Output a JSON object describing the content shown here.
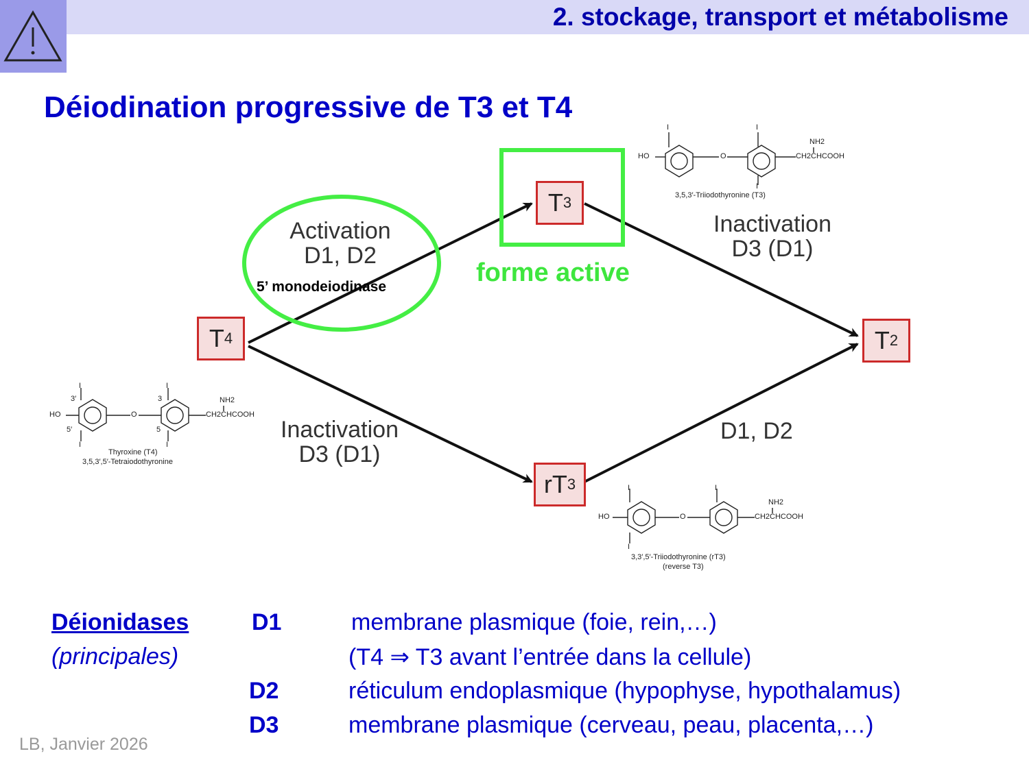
{
  "header": {
    "title": "2. stockage, transport et métabolisme",
    "warning_icon": "warning-triangle-icon"
  },
  "slide_title": "Déiodination progressive de T3 et T4",
  "diagram": {
    "nodes": {
      "t4": {
        "base": "T",
        "sub": "4"
      },
      "t3": {
        "base": "T",
        "sub": "3"
      },
      "t2": {
        "base": "T",
        "sub": "2"
      },
      "rt3": {
        "base": "rT",
        "sub": "3"
      }
    },
    "edge_labels": {
      "activation_line1": "Activation",
      "activation_line2": "D1, D2",
      "inact_top_line1": "Inactivation",
      "inact_top_line2": "D3 (D1)",
      "inact_bottom_line1": "Inactivation",
      "inact_bottom_line2": "D3 (D1)",
      "d1_d2": "D1, D2"
    },
    "annotations": {
      "monodeiodinase": "5’ monodeiodinase",
      "forme_active": "forme active"
    },
    "molecules": {
      "t3_name": "3,5,3′-Triiodothyronine (T3)",
      "t4_name_line1": "Thyroxine (T4)",
      "t4_name_line2": "3,5,3′,5′-Tetraiodothyronine",
      "rt3_name_line1": "3,3′,5′-Triiodothyronine (rT3)",
      "rt3_name_line2": "(reverse T3)",
      "ho": "HO",
      "o": "O",
      "i": "I",
      "nh2": "NH2",
      "side_chain": "CH2CHCOOH",
      "pos_3p": "3′",
      "pos_5p": "5′",
      "pos_3": "3",
      "pos_5": "5"
    },
    "colors": {
      "green": "#3ee63e",
      "node_border": "#cc2a2a",
      "node_fill": "#f6dede"
    }
  },
  "enzymes": {
    "heading": "Déionidases",
    "subheading": "(principales)",
    "rows": [
      {
        "name": "D1",
        "desc": "membrane plasmique (foie, rein,…)"
      },
      {
        "name": "",
        "desc": "(T4 ⇒ T3 avant l’entrée dans la cellule)"
      },
      {
        "name": "D2",
        "desc": "réticulum endoplasmique (hypophyse, hypothalamus)"
      },
      {
        "name": "D3",
        "desc": "membrane plasmique (cerveau, peau, placenta,…)"
      }
    ]
  },
  "footer": "LB, Janvier 2026"
}
